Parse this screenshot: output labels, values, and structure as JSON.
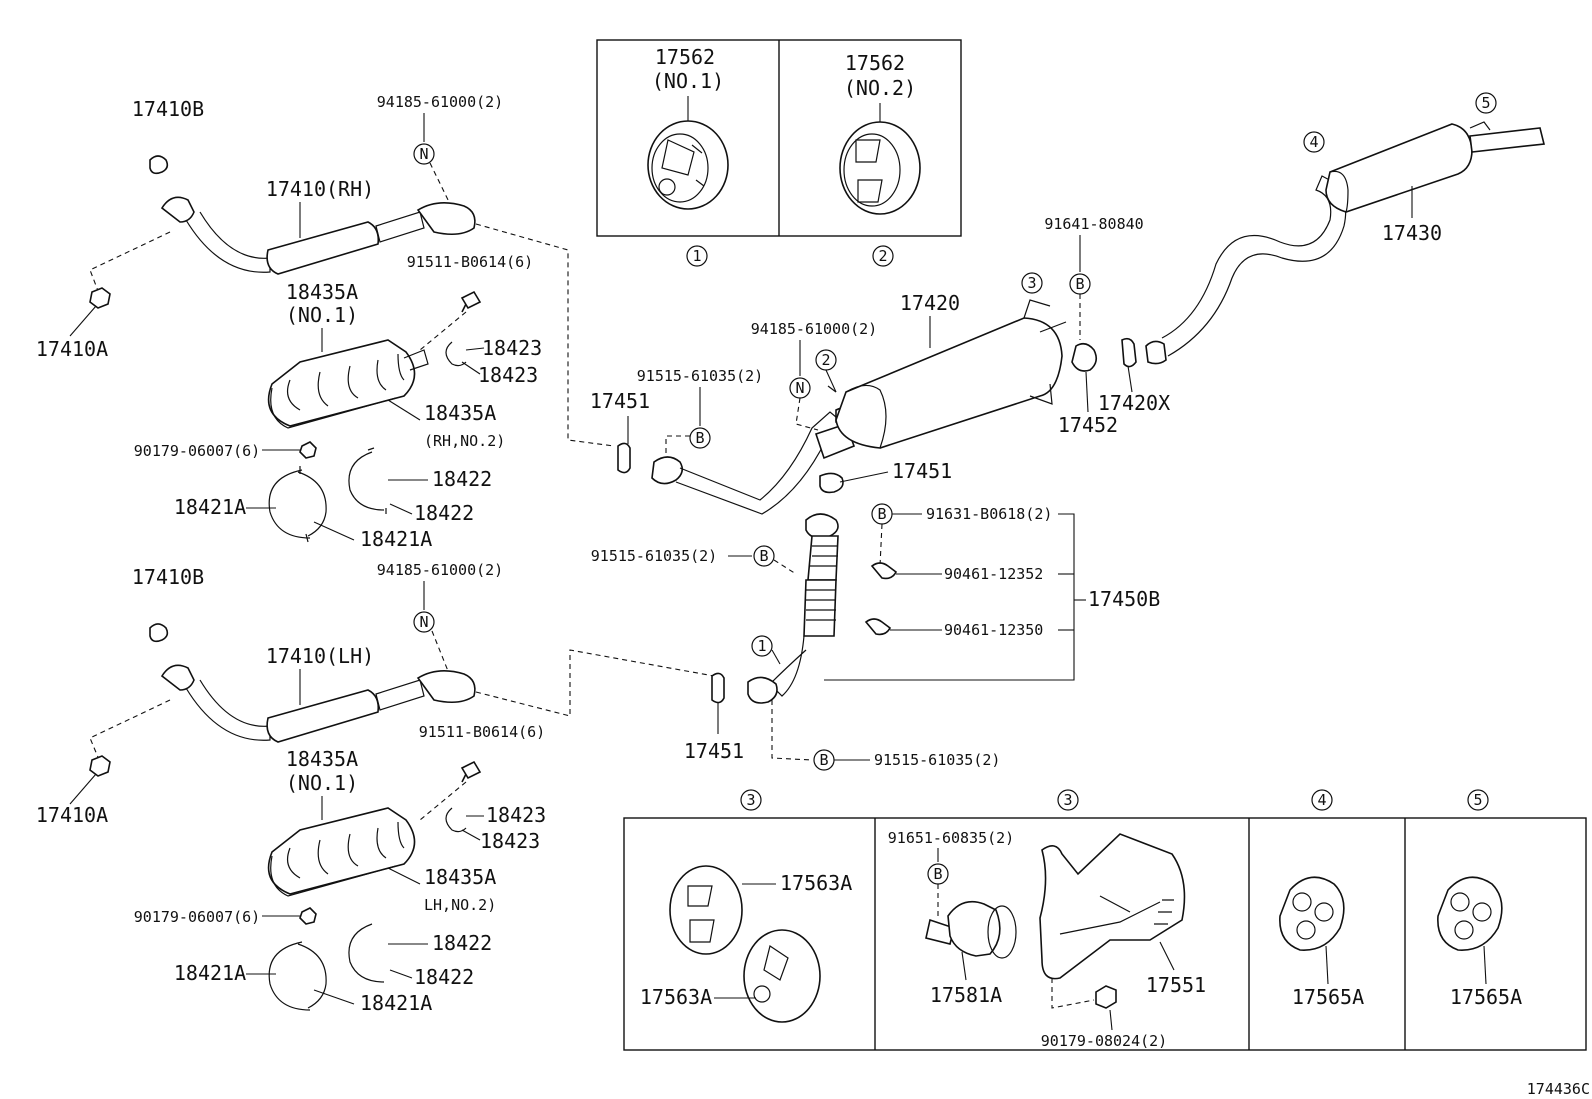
{
  "labels": {
    "p17410B_1": "17410B",
    "p94185_1": "94185-61000(2)",
    "n_1": "N",
    "p17410RH": "17410(RH)",
    "p91511_1": "91511-B0614(6)",
    "p18435A_1": "18435A",
    "p18435A_1b": "(NO.1)",
    "p18423_1": "18423",
    "p18423_2": "18423",
    "p17410A_1": "17410A",
    "p18435A_rh": "18435A",
    "p18435A_rh_b": "(RH,NO.2)",
    "p90179_1": "90179-06007(6)",
    "p18422_1": "18422",
    "p18422_2": "18422",
    "p18421A_1": "18421A",
    "p18421A_2": "18421A",
    "p17410B_2": "17410B",
    "p94185_2": "94185-61000(2)",
    "n_2": "N",
    "p17410LH": "17410(LH)",
    "p91511_2": "91511-B0614(6)",
    "p18435A_2": "18435A",
    "p18435A_2b": "(NO.1)",
    "p18423_3": "18423",
    "p18423_4": "18423",
    "p17410A_2": "17410A",
    "p18435A_lh": "18435A",
    "p18435A_lh_b": "LH,NO.2)",
    "p90179_2": "90179-06007(6)",
    "p18422_3": "18422",
    "p18422_4": "18422",
    "p18421A_3": "18421A",
    "p18421A_4": "18421A",
    "p17562_a": "17562",
    "p17562_a_no": "(NO.1)",
    "p17562_b": "17562",
    "p17562_b_no": "(NO.2)",
    "c1_top": "1",
    "c2_top": "2",
    "p91641": "91641-80840",
    "b_91641": "B",
    "c3_top": "3",
    "c4_top": "4",
    "c5_top": "5",
    "p17430": "17430",
    "p17420": "17420",
    "p94185_3": "94185-61000(2)",
    "n_3": "N",
    "c2_mid": "2",
    "p91515_1": "91515-61035(2)",
    "b_91515_1": "B",
    "p17451_1": "17451",
    "p17451_2": "17451",
    "p17452": "17452",
    "p17420X": "17420X",
    "p91631": "91631-B0618(2)",
    "b_91631": "B",
    "p90461_a": "90461-12352",
    "p90461_b": "90461-12350",
    "p17450B": "17450B",
    "p91515_2": "91515-61035(2)",
    "b_91515_2": "B",
    "c1_mid": "1",
    "p17451_3": "17451",
    "p91515_3": "91515-61035(2)",
    "b_91515_3": "B",
    "c3_a": "3",
    "c3_b": "3",
    "c4_b": "4",
    "c5_b": "5",
    "p17563A_1": "17563A",
    "p17563A_2": "17563A",
    "p91651": "91651-60835(2)",
    "b_91651": "B",
    "p17581A": "17581A",
    "p17551": "17551",
    "p90179_3": "90179-08024(2)",
    "p17565A_1": "17565A",
    "p17565A_2": "17565A",
    "figure_id": "174436C"
  }
}
